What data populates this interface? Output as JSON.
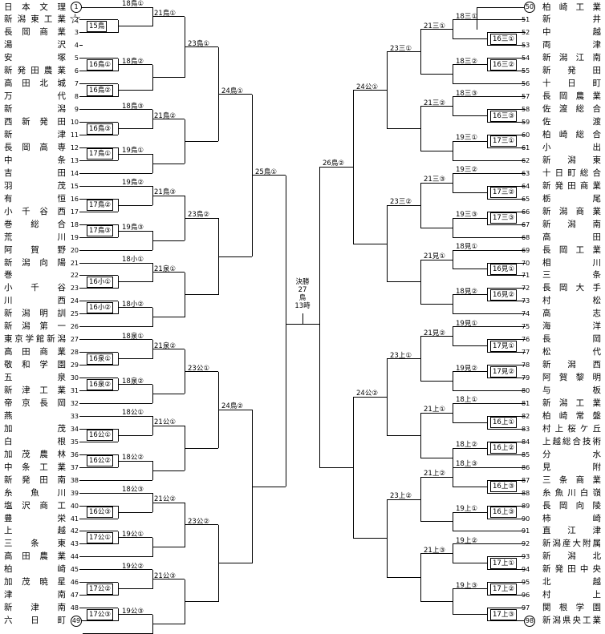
{
  "left_teams": [
    {
      "num": "1",
      "name": "日本文理",
      "circled": true
    },
    {
      "num": "2",
      "name": "新潟東工業",
      "star": true
    },
    {
      "num": "3",
      "name": "長岡商業"
    },
    {
      "num": "4",
      "name": "湯沢"
    },
    {
      "num": "5",
      "name": "安塚"
    },
    {
      "num": "6",
      "name": "新発田農業"
    },
    {
      "num": "7",
      "name": "高田北城"
    },
    {
      "num": "8",
      "name": "万代"
    },
    {
      "num": "9",
      "name": "新潟"
    },
    {
      "num": "10",
      "name": "西新発田"
    },
    {
      "num": "11",
      "name": "新津"
    },
    {
      "num": "12",
      "name": "長岡高専"
    },
    {
      "num": "13",
      "name": "中条"
    },
    {
      "num": "14",
      "name": "吉田"
    },
    {
      "num": "15",
      "name": "羽茂"
    },
    {
      "num": "16",
      "name": "有恒"
    },
    {
      "num": "17",
      "name": "小千谷西"
    },
    {
      "num": "18",
      "name": "巻総合"
    },
    {
      "num": "19",
      "name": "荒川"
    },
    {
      "num": "20",
      "name": "阿賀野"
    },
    {
      "num": "21",
      "name": "新潟向陽"
    },
    {
      "num": "22",
      "name": "巻"
    },
    {
      "num": "23",
      "name": "小千谷"
    },
    {
      "num": "24",
      "name": "川西"
    },
    {
      "num": "25",
      "name": "新潟明訓"
    },
    {
      "num": "26",
      "name": "新潟第一"
    },
    {
      "num": "27",
      "name": "東京学館新潟"
    },
    {
      "num": "28",
      "name": "高田商業"
    },
    {
      "num": "29",
      "name": "敬和学園"
    },
    {
      "num": "30",
      "name": "五泉"
    },
    {
      "num": "31",
      "name": "新津工業"
    },
    {
      "num": "32",
      "name": "帝京長岡"
    },
    {
      "num": "33",
      "name": "燕"
    },
    {
      "num": "34",
      "name": "加茂"
    },
    {
      "num": "35",
      "name": "白根"
    },
    {
      "num": "36",
      "name": "加茂農林"
    },
    {
      "num": "37",
      "name": "中条工業"
    },
    {
      "num": "38",
      "name": "新発田南"
    },
    {
      "num": "39",
      "name": "糸魚川"
    },
    {
      "num": "40",
      "name": "塩沢商工"
    },
    {
      "num": "41",
      "name": "豊栄"
    },
    {
      "num": "42",
      "name": "上越"
    },
    {
      "num": "43",
      "name": "三条東"
    },
    {
      "num": "44",
      "name": "高田農業"
    },
    {
      "num": "45",
      "name": "柏崎"
    },
    {
      "num": "46",
      "name": "加茂暁星"
    },
    {
      "num": "47",
      "name": "津南"
    },
    {
      "num": "48",
      "name": "新津南"
    },
    {
      "num": "49",
      "name": "六日町",
      "circled": true
    }
  ],
  "right_teams": [
    {
      "num": "50",
      "name": "柏崎工業",
      "circled": true
    },
    {
      "num": "51",
      "name": "新井"
    },
    {
      "num": "52",
      "name": "中越"
    },
    {
      "num": "53",
      "name": "両津"
    },
    {
      "num": "54",
      "name": "新潟江南"
    },
    {
      "num": "55",
      "name": "新発田"
    },
    {
      "num": "56",
      "name": "十日町"
    },
    {
      "num": "57",
      "name": "長岡農業"
    },
    {
      "num": "58",
      "name": "佐渡総合"
    },
    {
      "num": "59",
      "name": "佐渡"
    },
    {
      "num": "60",
      "name": "柏崎総合"
    },
    {
      "num": "61",
      "name": "小出"
    },
    {
      "num": "62",
      "name": "新潟東"
    },
    {
      "num": "63",
      "name": "十日町総合"
    },
    {
      "num": "64",
      "name": "新発田商業"
    },
    {
      "num": "65",
      "name": "栃尾"
    },
    {
      "num": "66",
      "name": "新潟商業"
    },
    {
      "num": "67",
      "name": "新潟南"
    },
    {
      "num": "68",
      "name": "高田"
    },
    {
      "num": "69",
      "name": "長岡工業"
    },
    {
      "num": "70",
      "name": "相川"
    },
    {
      "num": "71",
      "name": "三条"
    },
    {
      "num": "72",
      "name": "長岡大手"
    },
    {
      "num": "73",
      "name": "村松"
    },
    {
      "num": "74",
      "name": "高志"
    },
    {
      "num": "75",
      "name": "海洋"
    },
    {
      "num": "76",
      "name": "長岡"
    },
    {
      "num": "77",
      "name": "松代"
    },
    {
      "num": "78",
      "name": "新潟西"
    },
    {
      "num": "79",
      "name": "阿賀黎明"
    },
    {
      "num": "80",
      "name": "与板"
    },
    {
      "num": "81",
      "name": "新潟工業"
    },
    {
      "num": "82",
      "name": "柏崎常盤"
    },
    {
      "num": "83",
      "name": "村上桜ケ丘"
    },
    {
      "num": "84",
      "name": "上越総合技術"
    },
    {
      "num": "85",
      "name": "分水"
    },
    {
      "num": "86",
      "name": "見附"
    },
    {
      "num": "87",
      "name": "三条商業"
    },
    {
      "num": "88",
      "name": "糸魚川白嶺"
    },
    {
      "num": "89",
      "name": "長岡向陵"
    },
    {
      "num": "90",
      "name": "柿崎"
    },
    {
      "num": "91",
      "name": "直江津"
    },
    {
      "num": "92",
      "name": "新潟産大附属"
    },
    {
      "num": "93",
      "name": "新潟北"
    },
    {
      "num": "94",
      "name": "新発田中央"
    },
    {
      "num": "95",
      "name": "北越"
    },
    {
      "num": "96",
      "name": "村上"
    },
    {
      "num": "97",
      "name": "関根学園"
    },
    {
      "num": "98",
      "name": "新潟県央工業",
      "circled": true
    }
  ],
  "game_labels": {
    "l15": "15鳥",
    "l16_1": "16鳥①",
    "l16_2": "16鳥②",
    "l16_3": "16鳥③",
    "l17_1": "17鳥①",
    "l17_2": "17鳥②",
    "l17_3": "17鳥③",
    "l16s1": "16小①",
    "l16s2": "16小②",
    "l16i1": "16泉①",
    "l16i2": "16泉②",
    "l16a1": "16公①",
    "l16a2": "16公②",
    "l16a3": "16公③",
    "l17a1": "17公①",
    "l17a2": "17公②",
    "l17a3": "17公③",
    "l18_1": "18鳥①",
    "l18_2": "18鳥②",
    "l18_3": "18鳥③",
    "l19_1": "19鳥①",
    "l19_2": "19鳥②",
    "l19_3": "19鳥③",
    "l18s1": "18小①",
    "l18s2": "18小②",
    "l18i1": "18泉①",
    "l18i2": "18泉②",
    "l18a1": "18公①",
    "l18a2": "18公②",
    "l18a3": "18公③",
    "l19a1": "19公①",
    "l19a2": "19公②",
    "l19a3": "19公③",
    "l21_1": "21鳥①",
    "l21_2": "21鳥②",
    "l21_3": "21鳥③",
    "l21i1": "21泉①",
    "l21i2": "21泉②",
    "l21a1": "21公①",
    "l21a2": "21公②",
    "l21a3": "21公③",
    "l23_1": "23鳥①",
    "l23_2": "23鳥②",
    "l23a1": "23公①",
    "l23a2": "23公②",
    "l24_1": "24鳥①",
    "l24_2": "24鳥②",
    "l25": "25鳥①",
    "r26": "26鳥②",
    "r24a1": "24公①",
    "r24a2": "24公②",
    "r23m1": "23三①",
    "r23m2": "23三②",
    "r23u1": "23上①",
    "r23u2": "23上②",
    "r21m1": "21三①",
    "r21m2": "21三②",
    "r21m3": "21三③",
    "r21k1": "21見①",
    "r21k2": "21見②",
    "r21u1": "21上①",
    "r21u2": "21上②",
    "r21u3": "21上③",
    "r18m1": "18三①",
    "r18m2": "18三②",
    "r18m3": "18三③",
    "r19m1": "19三①",
    "r19m2": "19三②",
    "r19m3": "19三③",
    "r18k1": "18見①",
    "r18k2": "18見②",
    "r19k1": "19見①",
    "r19k2": "19見②",
    "r18u1": "18上①",
    "r18u2": "18上②",
    "r18u3": "18上③",
    "r19u1": "19上①",
    "r19u2": "19上②",
    "r19u3": "19上③",
    "r16m1": "16三①",
    "r16m2": "16三②",
    "r16m3": "16三③",
    "r17m1": "17三①",
    "r17m2": "17三②",
    "r17m3": "17三③",
    "r16k1": "16見①",
    "r16k2": "16見②",
    "r17k1": "17見①",
    "r17k2": "17見②",
    "r16u1": "16上①",
    "r16u2": "16上②",
    "r16u3": "16上③",
    "r17u1": "17上①",
    "r17u2": "17上②",
    "r17u3": "17上③"
  },
  "final": {
    "title": "決勝",
    "day": "27",
    "venue": "鳥",
    "time": "13時"
  }
}
